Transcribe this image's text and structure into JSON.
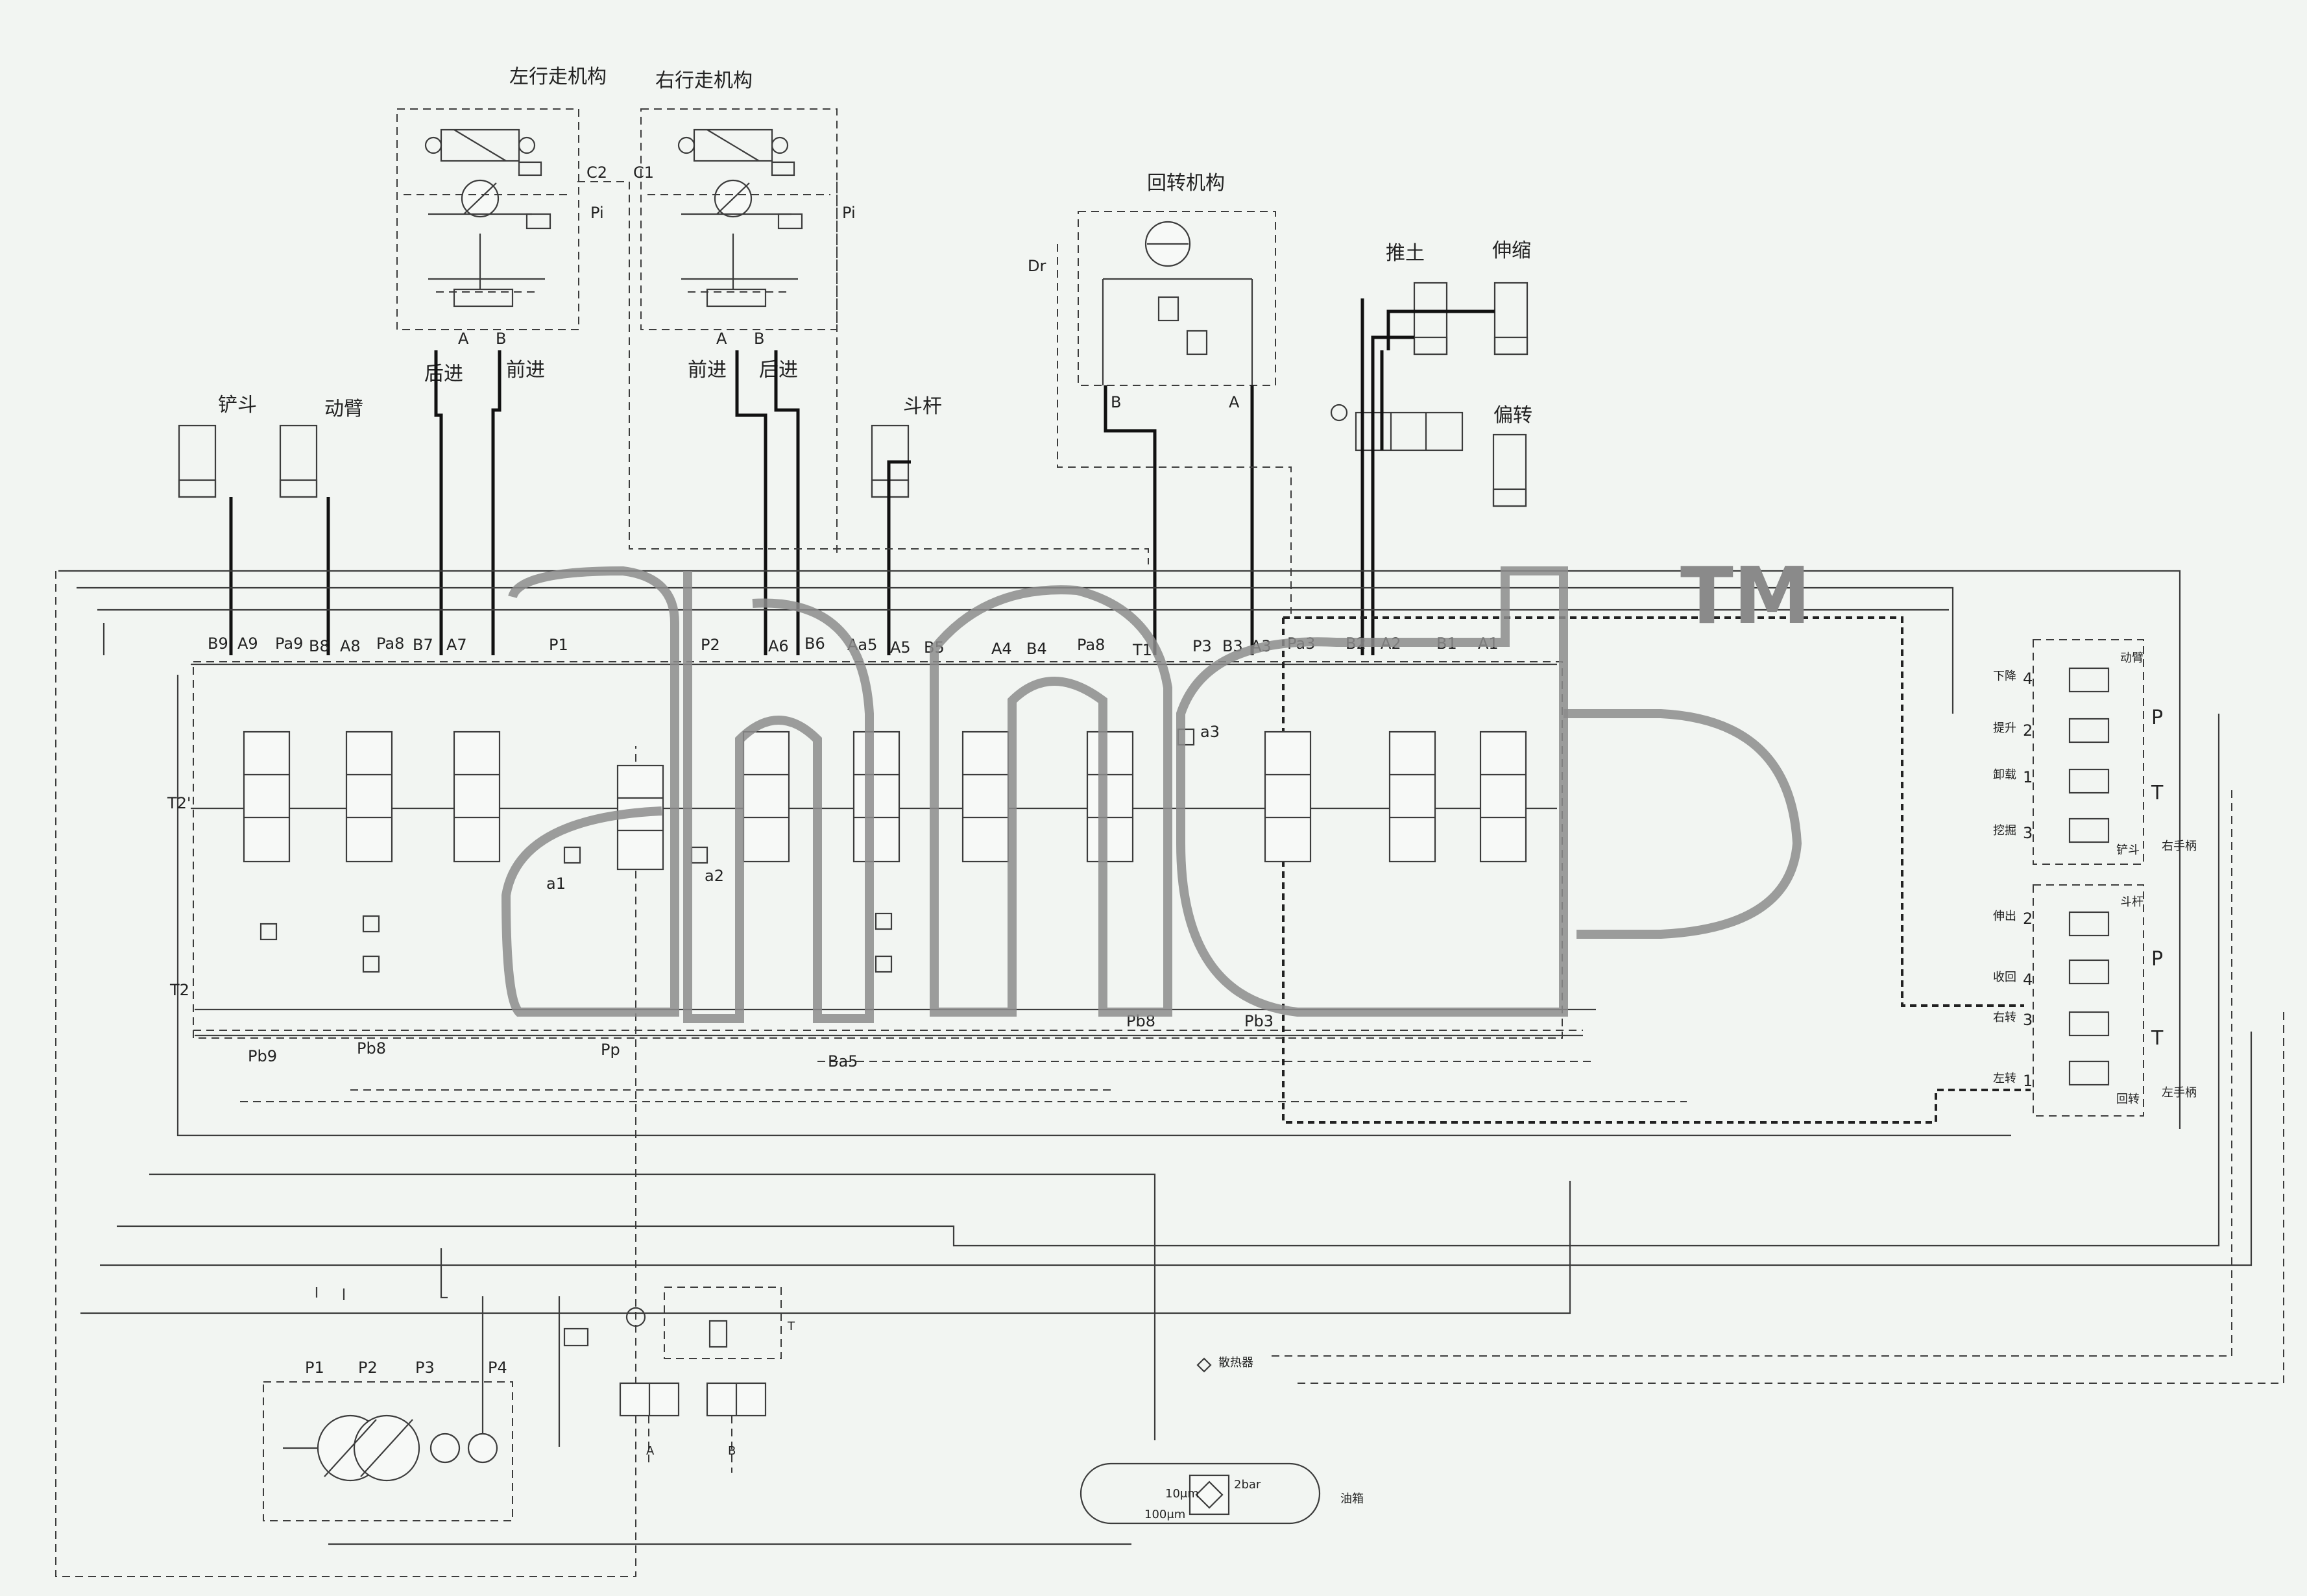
{
  "title_labels": {
    "left_travel": "左行走机构",
    "right_travel": "右行走机构",
    "swing": "回转机构"
  },
  "actuators": {
    "bucket": "铲斗",
    "boom": "动臂",
    "stick": "斗杆",
    "dozer": "推土",
    "telescope": "伸缩",
    "offset": "偏转"
  },
  "travel_dirs": {
    "left_back": "后进",
    "left_fwd": "前进",
    "right_fwd": "前进",
    "right_back": "后进"
  },
  "ports_top": [
    "B9",
    "A9",
    "Pa9",
    "B8",
    "A8",
    "Pa8",
    "B7",
    "A7",
    "P1",
    "P2",
    "A6",
    "B6",
    "Aa5",
    "A5",
    "B5",
    "A4",
    "B4",
    "Pa8",
    "T1",
    "P3",
    "B3",
    "A3",
    "Pa3",
    "B2",
    "A2",
    "B1",
    "A1"
  ],
  "motor_ports": {
    "c2": "C2",
    "c1": "C1",
    "pi_l": "Pi",
    "pi_r": "Pi",
    "a_l": "A",
    "b_l": "B",
    "a_r": "A",
    "b_r": "B",
    "dr": "Dr",
    "b_sw": "B",
    "a_sw": "A"
  },
  "misc_labels": {
    "t2p": "T2'",
    "t2": "T2",
    "a1": "a1",
    "a2": "a2",
    "a3": "a3",
    "pb9": "Pb9",
    "pb8": "Pb8",
    "pp": "Pp",
    "ba5": "Ba5",
    "pb8b": "Pb8",
    "pb3": "Pb3"
  },
  "pumps": [
    "P1",
    "P2",
    "P3",
    "P4"
  ],
  "tank": {
    "cooler": "散热器",
    "tank": "油箱",
    "filter1": "10μm",
    "filter2": "100μm",
    "bypass": "2bar",
    "t": "T",
    "a": "A",
    "b": "B"
  },
  "joystick_left": {
    "title": "动臂",
    "rows": [
      {
        "label": "下降",
        "num": "4"
      },
      {
        "label": "提升",
        "num": "2"
      },
      {
        "label": "卸载",
        "num": "1"
      },
      {
        "label": "挖掘",
        "num": "3"
      }
    ],
    "footer_a": "铲斗",
    "footer_b": "右手柄",
    "p": "P",
    "t": "T"
  },
  "joystick_right": {
    "title": "斗杆",
    "rows": [
      {
        "label": "伸出",
        "num": "2"
      },
      {
        "label": "收回",
        "num": "4"
      },
      {
        "label": "右转",
        "num": "3"
      },
      {
        "label": "左转",
        "num": "1"
      }
    ],
    "footer_a": "回转",
    "footer_b": "左手柄",
    "p": "P",
    "t": "T"
  },
  "watermark": {
    "mark": "TM"
  }
}
